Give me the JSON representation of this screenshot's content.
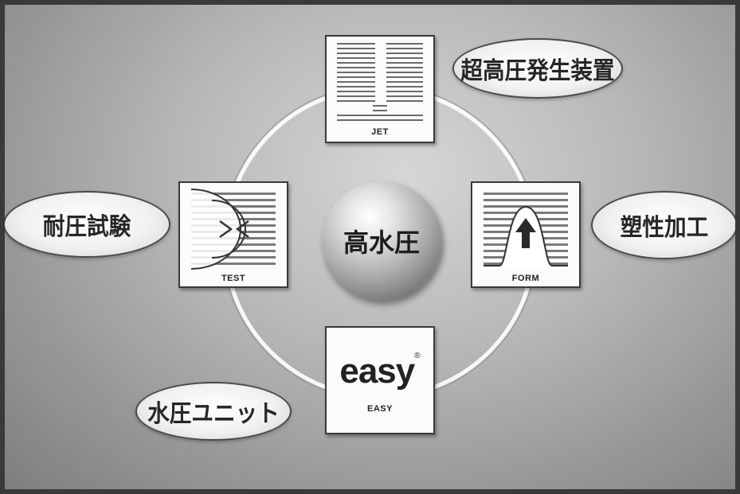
{
  "center": {
    "label": "高水圧"
  },
  "panels": {
    "jet": {
      "caption": "JET"
    },
    "test": {
      "caption": "TEST"
    },
    "form": {
      "caption": "FORM"
    },
    "easy": {
      "caption": "EASY",
      "logo_text": "easy",
      "logo_mark": "®"
    }
  },
  "pills": {
    "top_right": "超高圧発生装置",
    "left": "耐圧試験",
    "right": "塑性加工",
    "bottom_left": "水圧ユニット"
  },
  "colors": {
    "ring": "#ffffff",
    "ink": "#262626"
  }
}
